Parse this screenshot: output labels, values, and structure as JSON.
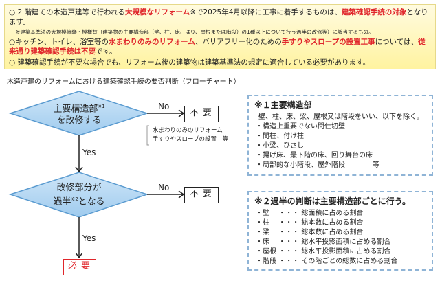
{
  "notice": {
    "l1_a": "○ 2 階建ての木造戸建等で行われる",
    "l1_b": "大規模なリフォーム",
    "l1_c": "※で2025年4月以降に工事に着手するものは、",
    "l1_d": "建築確認手続の対象",
    "l1_e": "となります。",
    "l1_note": "※建築基準法の大規模修繕・模様替（建築物の主要構造部（壁、柱、床、はり、屋根または階段）の1種以上について行う過半の改修等）に該当するもの。",
    "l2_a": "○キッチン、トイレ、浴室等の",
    "l2_b": "水まわりのみのリフォーム",
    "l2_c": "、バリアフリー化のための",
    "l2_d": "手すりやスロープの設置工事",
    "l2_e": "については、",
    "l2_f": "従来通り建築確認手続は不要",
    "l2_g": "です。",
    "l3": "○ 建築確認手続が不要な場合でも、リフォーム後の建築物は建築基準法の規定に適合している必要があります。"
  },
  "title": "木造戸建のリフォームにおける建築確認手続の要否判断（フローチャート）",
  "flow": {
    "d1_l1": "主要構造部",
    "d1_sup": "※1",
    "d1_l2": "を改修する",
    "d2_l1": "改修部分が",
    "d2_l2a": "過半",
    "d2_sup": "※2",
    "d2_l2b": "となる",
    "no": "No",
    "yes": "Yes",
    "not_required": "不要",
    "required": "必要",
    "exception_1": "水まわりのみのリフォーム",
    "exception_2": "手すりやスロープの設置　等"
  },
  "note1": {
    "heading": "※１主要構造部",
    "intro": "壁、柱、床、梁、屋根又は階段をいい、以下を除く。",
    "items": [
      "構造上重要でない間仕切壁",
      "間柱、付け柱",
      "小梁、ひさし",
      "揚げ床、最下階の床、回り舞台の床",
      "局部的な小階段、屋外階段　　　　等"
    ]
  },
  "note2": {
    "heading": "※２過半の判断は主要構造部ごとに行う。",
    "items": [
      "壁　 ・・・ 総面積に占める割合",
      "柱　 ・・・ 総本数に占める割合",
      "梁　 ・・・ 総本数に占める割合",
      "床　 ・・・ 総水平投影面積に占める割合",
      "屋根 ・・・ 総水平投影面積に占める割合",
      "階段 ・・・ その階ごとの総数に占める割合"
    ]
  }
}
